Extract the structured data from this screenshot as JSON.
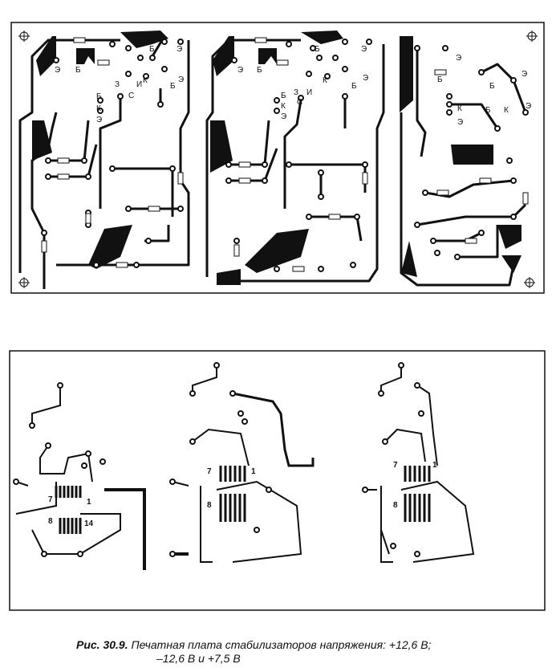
{
  "top_board": {
    "labels_board1": [
      "Э",
      "Б",
      "Б",
      "Э",
      "К",
      "Б",
      "Э",
      "З",
      "И",
      "С",
      "Б",
      "К",
      "Э"
    ],
    "labels_board2": [
      "Э",
      "Б",
      "Б",
      "Э",
      "К",
      "Б",
      "Э",
      "З",
      "И",
      "С",
      "Б",
      "К",
      "Э"
    ],
    "labels_board3": [
      "Э",
      "Б",
      "Б",
      "К",
      "Э",
      "Б",
      "Э",
      "К",
      "Э"
    ]
  },
  "bottom_board": {
    "pin_labels_left": [
      "7",
      "1",
      "8",
      "14"
    ],
    "pin_labels_middle": [
      "7",
      "1",
      "8"
    ],
    "pin_labels_right": [
      "7",
      "1",
      "8"
    ]
  },
  "caption": {
    "figure_number": "Рис. 30.9.",
    "text": "Печатная плата стабилизаторов напряжения: +12,6 В;",
    "text_line2": "–12,6 В и +7,5 В"
  }
}
